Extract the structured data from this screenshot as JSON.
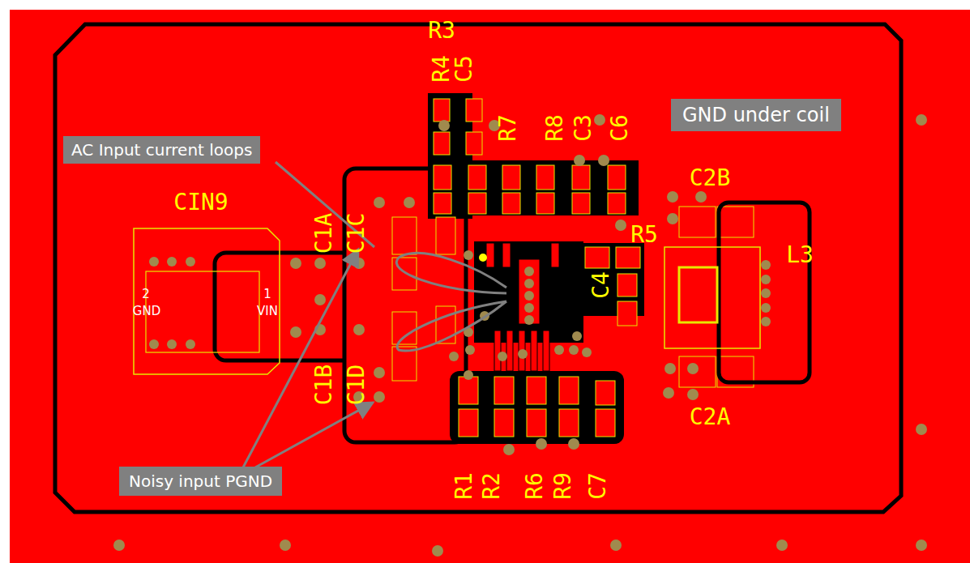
{
  "diagram": {
    "nodes": [
      {
        "text": [
          "AC Input current loops"
        ]
      },
      {
        "text": [
          "GND under coil"
        ]
      },
      {
        "text": [
          "Noisy input PGND"
        ]
      }
    ],
    "labels": [
      "R3",
      "R4",
      "C5",
      "R7",
      "R8",
      "C3",
      "C6",
      "CIN9",
      "C1A",
      "C1C",
      "R5",
      "C2B",
      "L3",
      "C4",
      "C1B",
      "C1D",
      "C2A",
      "R1",
      "R2",
      "R6",
      "R9",
      "C7",
      "2",
      "GND",
      "1",
      "VIN"
    ]
  }
}
